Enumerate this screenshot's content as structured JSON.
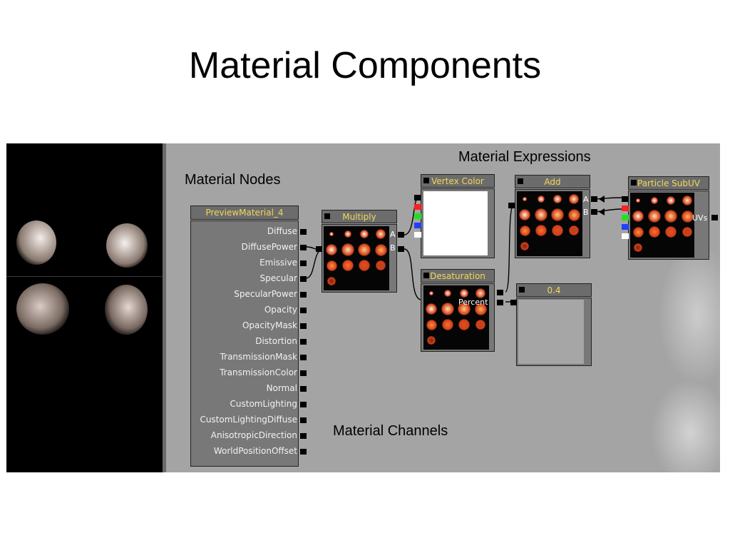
{
  "slide": {
    "title": "Material Components"
  },
  "callouts": {
    "nodes": "Material Nodes",
    "expressions": "Material Expressions",
    "channels": "Material Channels"
  },
  "material_node": {
    "title": "PreviewMaterial_4",
    "channels": [
      "Diffuse",
      "DiffusePower",
      "Emissive",
      "Specular",
      "SpecularPower",
      "Opacity",
      "OpacityMask",
      "Distortion",
      "TransmissionMask",
      "TransmissionColor",
      "Normal",
      "CustomLighting",
      "CustomLightingDiffuse",
      "AnisotropicDirection",
      "WorldPositionOffset"
    ]
  },
  "expressions": {
    "multiply": {
      "title": "Multiply",
      "input_a": "A",
      "input_b": "B"
    },
    "vertex_color": {
      "title": "Vertex Color"
    },
    "desaturation": {
      "title": "Desaturation",
      "input_percent": "Percent"
    },
    "add": {
      "title": "Add",
      "input_a": "A",
      "input_b": "B"
    },
    "constant": {
      "title": "0.4"
    },
    "particle_subuv": {
      "title": "Particle SubUV",
      "output_uvs": "UVs"
    }
  },
  "colors": {
    "canvas": "#a4a4a4",
    "node_title_text": "#f0d858",
    "channel_red": "#ff2020",
    "channel_green": "#20e020",
    "channel_blue": "#2040ff",
    "channel_white": "#ffffff"
  }
}
